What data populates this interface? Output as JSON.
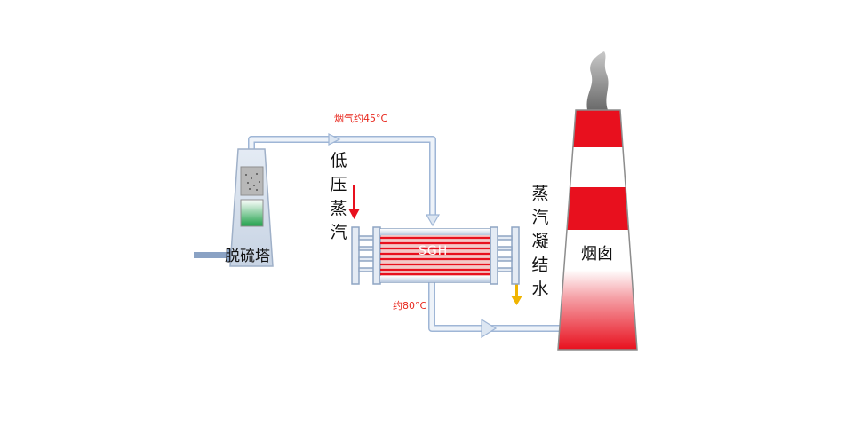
{
  "desulfurization_tower": {
    "label": "脱硫塔"
  },
  "flue_gas_temp_in": {
    "label": "烟气约45°C"
  },
  "steam_in": {
    "label": "低压蒸汽",
    "chars": [
      "低",
      "压",
      "蒸",
      "汽"
    ]
  },
  "sgh": {
    "label": "SGH"
  },
  "condensate_out": {
    "label": "蒸汽凝结水",
    "chars": [
      "蒸",
      "汽",
      "凝",
      "结",
      "水"
    ]
  },
  "flue_gas_temp_out": {
    "label": "约80°C"
  },
  "chimney": {
    "label": "烟囱"
  },
  "colors": {
    "pipe_fill": "#dce6f2",
    "pipe_stroke": "#9fb6d6",
    "chimney_red": "#e8101e",
    "sgh_red": "#e83a3a",
    "steam_arrow": "#e8101e",
    "condensate_arrow": "#f0b400",
    "tower_green": "#1fa04a",
    "text_red": "#e8281e"
  }
}
